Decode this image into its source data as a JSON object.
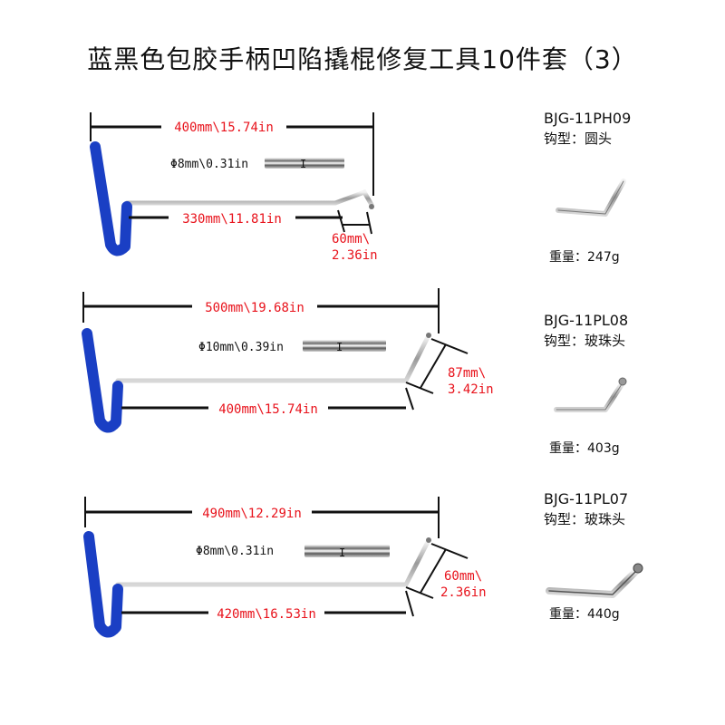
{
  "title": "蓝黑色包胶手柄凹陷撬棍修复工具10件套（3）",
  "colors": {
    "handle": "#1a3fc4",
    "dimension_text": "#e8121b",
    "rod": "#b9b9b9"
  },
  "tools": [
    {
      "model": "BJG-11PH09",
      "hook_type": "钩型：圆头",
      "weight": "重量：247g",
      "total_length": "400mm\\15.74in",
      "rod_length": "330mm\\11.81in",
      "tip_length_1": "60mm\\",
      "tip_length_2": "2.36in",
      "diameter": "Φ8mm\\0.31in"
    },
    {
      "model": "BJG-11PL08",
      "hook_type": "钩型：玻珠头",
      "weight": "重量：403g",
      "total_length": "500mm\\19.68in",
      "rod_length": "400mm\\15.74in",
      "tip_length_1": "87mm\\",
      "tip_length_2": "3.42in",
      "diameter": "Φ10mm\\0.39in"
    },
    {
      "model": "BJG-11PL07",
      "hook_type": "钩型：玻珠头",
      "weight": "重量：440g",
      "total_length": "490mm\\12.29in",
      "rod_length": "420mm\\16.53in",
      "tip_length_1": "60mm\\",
      "tip_length_2": "2.36in",
      "diameter": "Φ8mm\\0.31in"
    }
  ]
}
